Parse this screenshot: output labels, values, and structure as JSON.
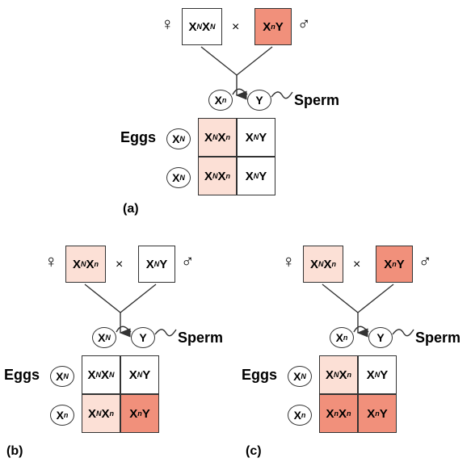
{
  "colors": {
    "light": "#fce0d6",
    "dark": "#f1907b",
    "white": "#ffffff",
    "line": "#333333"
  },
  "labels": {
    "sperm": "Sperm",
    "eggs": "Eggs",
    "cross": "×",
    "female": "♀",
    "male": "♂"
  },
  "panels": [
    {
      "id": "a",
      "caption": "(a)",
      "female": {
        "g1": "X",
        "s1": "N",
        "g2": "X",
        "s2": "N",
        "color": "white"
      },
      "male": {
        "g1": "X",
        "s1": "n",
        "g2": "Y",
        "s2": "",
        "color": "dark"
      },
      "sperm": [
        {
          "g": "X",
          "s": "n"
        },
        {
          "g": "Y",
          "s": ""
        }
      ],
      "eggs": [
        {
          "g": "X",
          "s": "N"
        },
        {
          "g": "X",
          "s": "N"
        }
      ],
      "grid": [
        [
          {
            "g1": "X",
            "s1": "N",
            "g2": "X",
            "s2": "n",
            "color": "light"
          },
          {
            "g1": "X",
            "s1": "N",
            "g2": "Y",
            "s2": "",
            "color": "white"
          }
        ],
        [
          {
            "g1": "X",
            "s1": "N",
            "g2": "X",
            "s2": "n",
            "color": "light"
          },
          {
            "g1": "X",
            "s1": "N",
            "g2": "Y",
            "s2": "",
            "color": "white"
          }
        ]
      ]
    },
    {
      "id": "b",
      "caption": "(b)",
      "female": {
        "g1": "X",
        "s1": "N",
        "g2": "X",
        "s2": "n",
        "color": "light"
      },
      "male": {
        "g1": "X",
        "s1": "N",
        "g2": "Y",
        "s2": "",
        "color": "white"
      },
      "sperm": [
        {
          "g": "X",
          "s": "N"
        },
        {
          "g": "Y",
          "s": ""
        }
      ],
      "eggs": [
        {
          "g": "X",
          "s": "N"
        },
        {
          "g": "X",
          "s": "n"
        }
      ],
      "grid": [
        [
          {
            "g1": "X",
            "s1": "N",
            "g2": "X",
            "s2": "N",
            "color": "white"
          },
          {
            "g1": "X",
            "s1": "N",
            "g2": "Y",
            "s2": "",
            "color": "white"
          }
        ],
        [
          {
            "g1": "X",
            "s1": "N",
            "g2": "X",
            "s2": "n",
            "color": "light"
          },
          {
            "g1": "X",
            "s1": "n",
            "g2": "Y",
            "s2": "",
            "color": "dark"
          }
        ]
      ]
    },
    {
      "id": "c",
      "caption": "(c)",
      "female": {
        "g1": "X",
        "s1": "N",
        "g2": "X",
        "s2": "n",
        "color": "light"
      },
      "male": {
        "g1": "X",
        "s1": "n",
        "g2": "Y",
        "s2": "",
        "color": "dark"
      },
      "sperm": [
        {
          "g": "X",
          "s": "n"
        },
        {
          "g": "Y",
          "s": ""
        }
      ],
      "eggs": [
        {
          "g": "X",
          "s": "N"
        },
        {
          "g": "X",
          "s": "n"
        }
      ],
      "grid": [
        [
          {
            "g1": "X",
            "s1": "N",
            "g2": "X",
            "s2": "n",
            "color": "light"
          },
          {
            "g1": "X",
            "s1": "N",
            "g2": "Y",
            "s2": "",
            "color": "white"
          }
        ],
        [
          {
            "g1": "X",
            "s1": "n",
            "g2": "X",
            "s2": "n",
            "color": "dark"
          },
          {
            "g1": "X",
            "s1": "n",
            "g2": "Y",
            "s2": "",
            "color": "dark"
          }
        ]
      ]
    }
  ]
}
